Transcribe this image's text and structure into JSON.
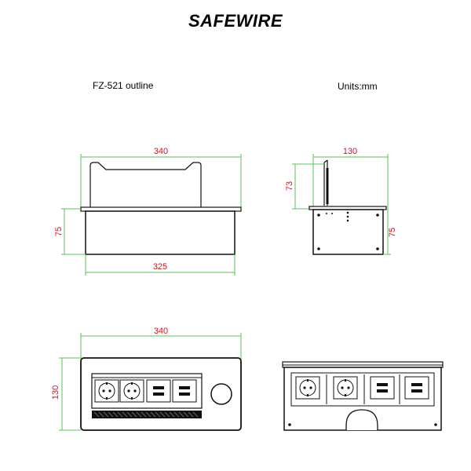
{
  "header": {
    "brand": "SAFEWIRE"
  },
  "labels": {
    "model": "FZ-521 outline",
    "units": "Units:mm"
  },
  "front_view": {
    "width_top": "340",
    "height": "75",
    "width_bottom": "325"
  },
  "side_view": {
    "depth": "130",
    "lid_height": "73",
    "body_height": "75"
  },
  "top_view": {
    "width": "340",
    "depth": "130"
  },
  "colors": {
    "dimension_line": "#5cc05c",
    "dimension_text": "#d0141e",
    "outline": "#111111"
  },
  "icons": [
    "schuko-socket-icon",
    "usb-dual-port-icon",
    "round-grommet-icon"
  ]
}
